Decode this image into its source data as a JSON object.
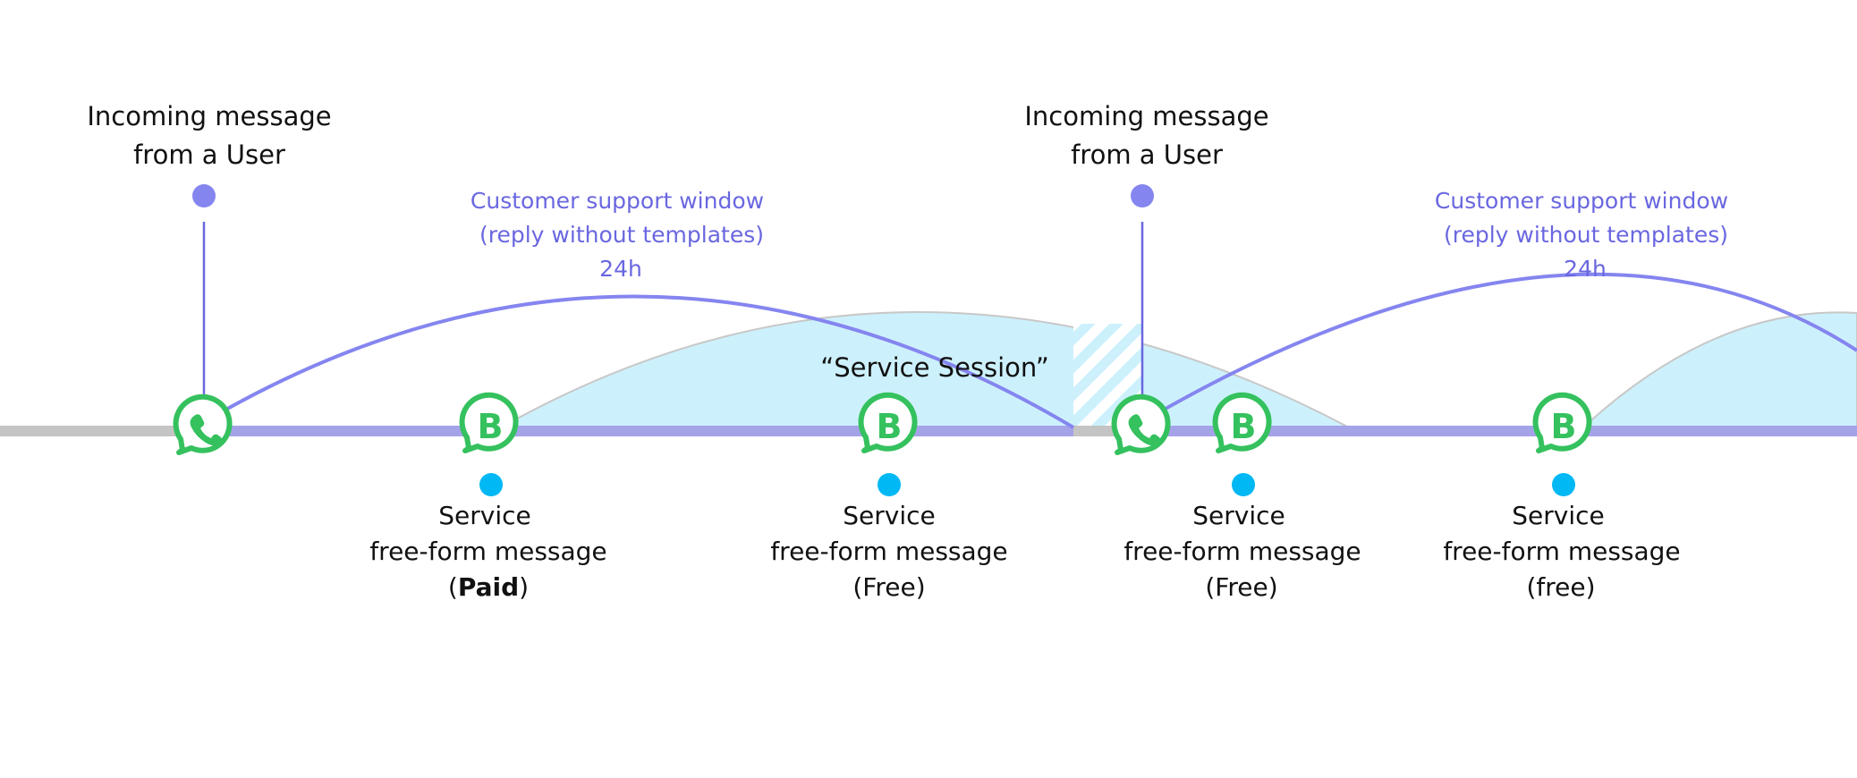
{
  "incoming": [
    {
      "line1": "Incoming message",
      "line2": "from a User"
    },
    {
      "line1": "Incoming message",
      "line2": "from a User"
    }
  ],
  "windows": [
    {
      "line1": "Customer support window",
      "line2": "(reply without templates)",
      "line3": "24h"
    },
    {
      "line1": "Customer support window",
      "line2": "(reply without templates)",
      "line3": "24h"
    }
  ],
  "session_label": "“Service Session”",
  "messages": [
    {
      "line1": "Service",
      "line2": "free-form message",
      "open": "(",
      "strong": "Paid",
      "close": ")"
    },
    {
      "line1": "Service",
      "line2": "free-form message",
      "open": "",
      "strong": "",
      "close": "(Free)"
    },
    {
      "line1": "Service",
      "line2": "free-form message",
      "open": "",
      "strong": "",
      "close": "(Free)"
    },
    {
      "line1": "Service",
      "line2": "free-form message",
      "open": "",
      "strong": "",
      "close": "(free)"
    }
  ],
  "icons": {
    "user": "whatsapp-phone-icon",
    "business": "whatsapp-business-icon",
    "business_letter": "B"
  },
  "colors": {
    "purple": "#8585f0",
    "purple_bar": "#a5a3e8",
    "purple_text": "#6a67e0",
    "green": "#34c15e",
    "cyan": "#00b8f4",
    "session_fill": "#cdf1fc",
    "gray_bar": "#c4c4c4"
  }
}
